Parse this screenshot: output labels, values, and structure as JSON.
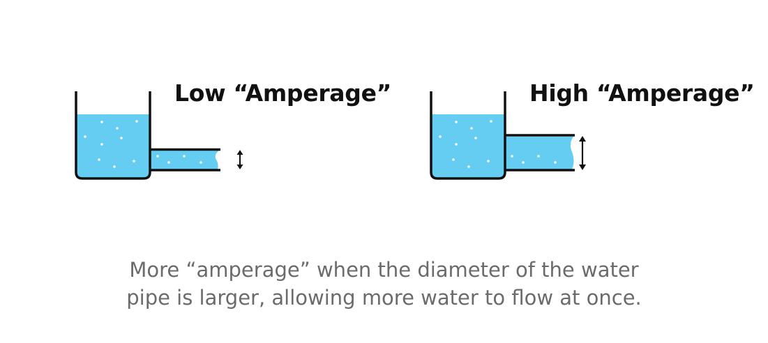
{
  "colors": {
    "water": "#66cdf2",
    "outline": "#111111",
    "bubble": "#ffffff",
    "caption": "#6b6b6b"
  },
  "panels": {
    "low": {
      "title": "Low “Amperage”"
    },
    "high": {
      "title": "High “Amperage”"
    }
  },
  "caption": {
    "line1": "More “amperage” when the diameter of the water",
    "line2": "pipe is larger, allowing more water to flow at once."
  }
}
